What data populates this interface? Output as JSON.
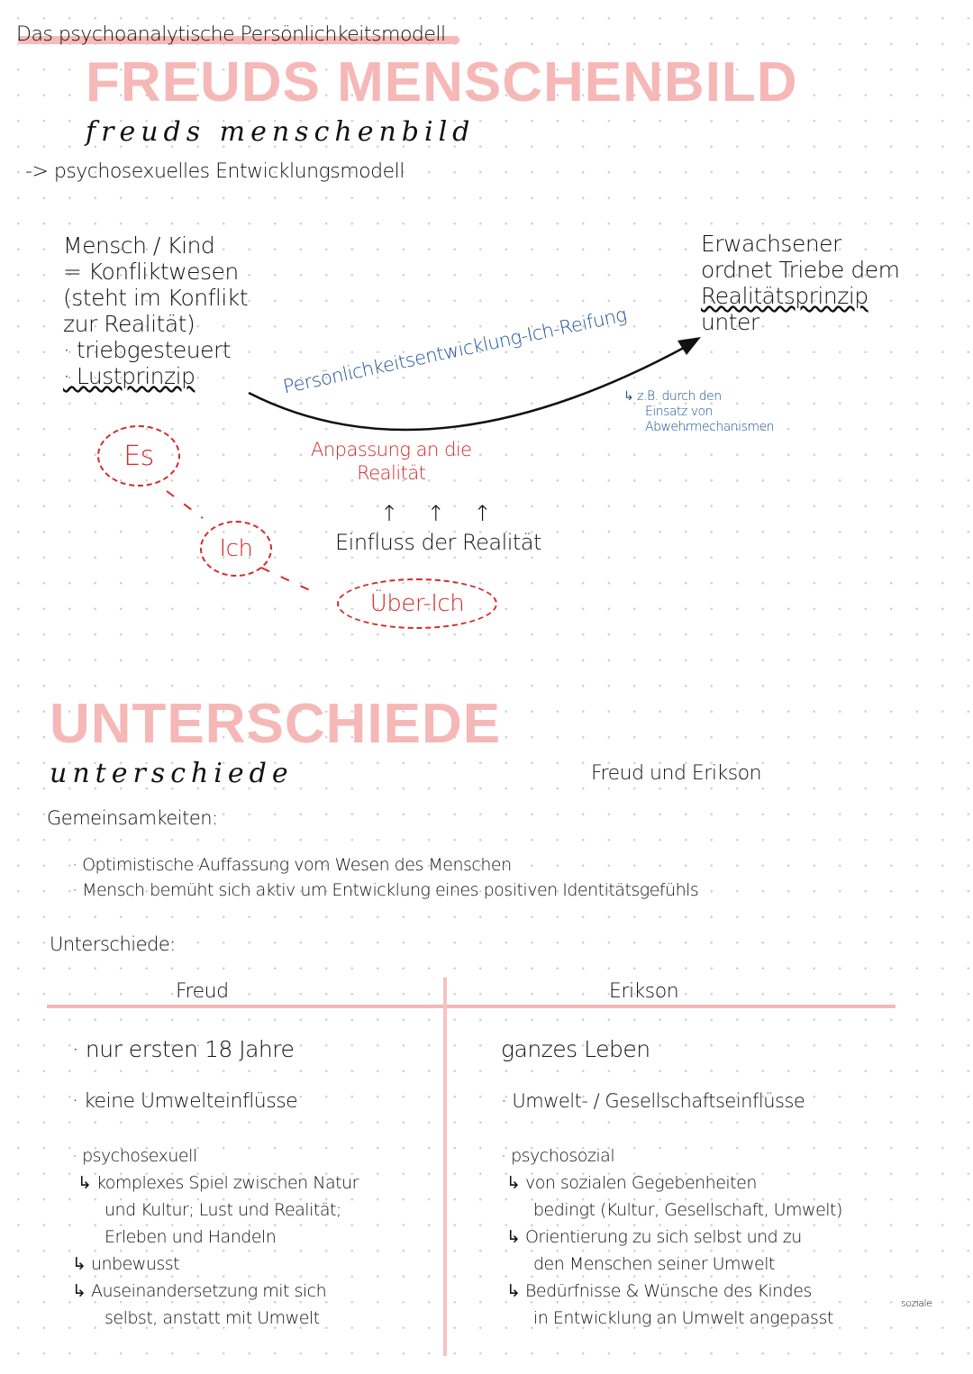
{
  "subtitle": "Das psychoanalytische Persönlichkeitsmodell",
  "section1": {
    "heading_big": "FREUDS MENSCHENBILD",
    "heading_script": "freuds menschenbild",
    "intro": "-> psychosexuelles Entwicklungsmodell",
    "child": [
      "Mensch / Kind",
      "= Konfliktwesen",
      "(steht im Konflikt",
      "zur Realität)",
      "· triebgesteuert",
      "· Lustprinzip"
    ],
    "adult": [
      "Erwachsener",
      "ordnet Triebe dem",
      "Realitätsprinzip",
      "unter"
    ],
    "arc_label": "Persönlichkeitsentwicklung-Ich-Reifung",
    "arc_note": [
      "↳ z.B. durch den",
      "Einsatz von",
      "Abwehrmechanismen"
    ],
    "adaptation": [
      "Anpassung an die",
      "Realität"
    ],
    "arrows": "↑ ↑ ↑",
    "influence": "Einfluss der Realität",
    "clouds": [
      "Es",
      "Ich",
      "Über-Ich"
    ]
  },
  "section2": {
    "heading_big": "UNTERSCHIEDE",
    "heading_script": "unterschiede",
    "heading_side": "Freud und Erikson",
    "common_title": "Gemeinsamkeiten:",
    "common": [
      "· Optimistische Auffassung vom Wesen des Menschen",
      "· Mensch bemüht sich aktiv um Entwicklung eines positiven Identitätsgefühls"
    ],
    "diff_title": "Unterschiede:",
    "table": {
      "headers": [
        "Freud",
        "Erikson"
      ],
      "freud": {
        "r1": "· nur ersten 18 Jahre",
        "r2": "· keine Umwelteinflüsse",
        "r3": [
          "· psychosexuell",
          "↳ komplexes Spiel zwischen Natur",
          "und Kultur; Lust und Realität;",
          "Erleben und Handeln",
          "↳ unbewusst",
          "↳ Auseinandersetzung mit sich",
          "selbst, anstatt mit Umwelt"
        ]
      },
      "erikson": {
        "r1": "ganzes Leben",
        "r2": "· Umwelt- / Gesellschaftseinflüsse",
        "r3": [
          "· psychosozial",
          "↳ von sozialen Gegebenheiten",
          "bedingt (Kultur, Gesellschaft, Umwelt)",
          "↳ Orientierung zu sich selbst und zu",
          "den Menschen seiner Umwelt",
          "↳ Bedürfnisse & Wünsche des Kindes",
          "in Entwicklung an Umwelt angepasst"
        ],
        "insert": "soziale"
      }
    }
  },
  "colors": {
    "pink": "#f6b7b7",
    "red": "#d42a2a",
    "blue": "#1a4f96"
  }
}
